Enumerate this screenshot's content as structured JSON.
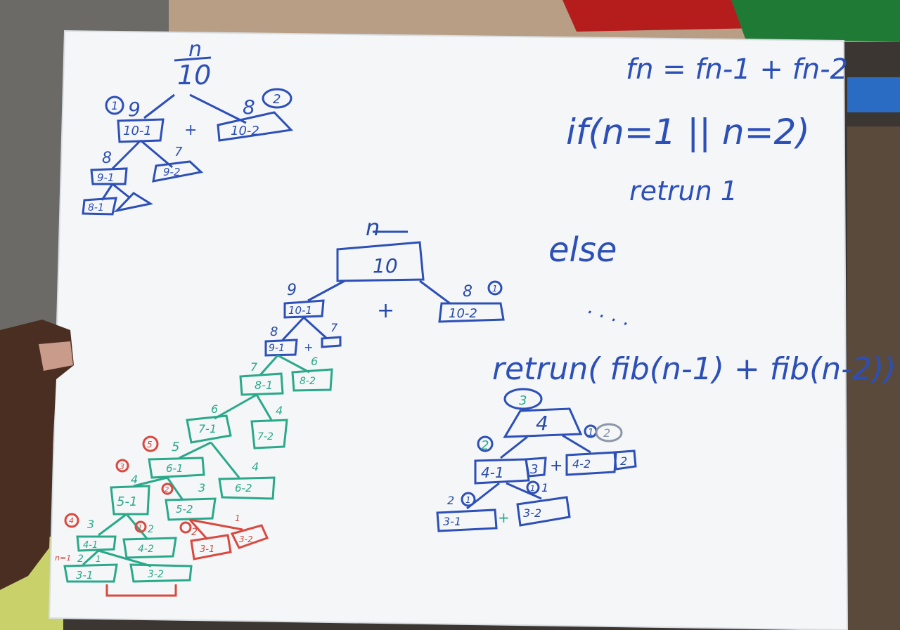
{
  "colors": {
    "board": "#f4f6f8",
    "marker_blue": "#2c4fb8",
    "marker_green": "#2aa98a",
    "marker_red": "#d9493f"
  },
  "formulas": {
    "recurrence": "fn = fn-1 + fn-2",
    "condition": "if(n=1 || n=2)",
    "return_one": "retrun 1",
    "else": "else",
    "dots": ". . . .",
    "return_rec": "retrun( fib(n-1) + fib(n-2))"
  },
  "tree_small": {
    "n_label": "n",
    "root": "10",
    "left_count": "9",
    "left_mark": "1",
    "right_count": "8",
    "right_mark": "2",
    "left_node": "10-1",
    "plus": "+",
    "right_node": "10-2",
    "ll_count": "8",
    "lr_count": "7",
    "ll_node": "9-1",
    "lr_node": "9-2",
    "lll_node": "8-1"
  },
  "tree_main": {
    "n_label": "n",
    "root": "10",
    "left_count": "9",
    "right_count": "8",
    "right_mark": "1",
    "left_node": "10-1",
    "plus": "+",
    "right_node": "10-2",
    "n9_count": "8",
    "n9r_count": "7",
    "n9_node": "9-1",
    "n8_count": "7",
    "n8r_count": "6",
    "n8_node": "8-1",
    "n8r_node": "8-2",
    "n7_count": "6",
    "n7r_count": "4",
    "n7_node": "7-1",
    "n7r_node": "7-2",
    "n6_count": "5",
    "n6_mark": "5",
    "n6r_count": "4",
    "n6_node": "6-1",
    "n6r_node": "6-2",
    "n5_count": "4",
    "n5_mark": "3",
    "n5r_count": "3",
    "n5r_mark": "2",
    "n5_node": "5-1",
    "n5r_node": "5-2",
    "n4_count": "3",
    "n4_mark": "4",
    "n4r_count": "2",
    "n4r_mark": "1",
    "n4_node": "4-1",
    "n4r_node": "4-2",
    "red_count": "2",
    "red_count2": "1",
    "red_node1": "3-1",
    "red_node2": "3-2",
    "n3_count": "2",
    "n3r_count": "1",
    "n3_label": "n=1",
    "n3_node": "3-1",
    "n3r_node": "3-2"
  },
  "tree_four": {
    "root_mark": "3",
    "root": "4",
    "left_mark": "2",
    "right_mark": "1",
    "right_mark2": "2",
    "left_node": "4-1",
    "left_result": "3",
    "plus": "+",
    "right_node": "4-2",
    "right_result": "2",
    "ll_count": "2",
    "ll_mark": "1",
    "lr_mark": "1",
    "lr_count": "1",
    "ll_node": "3-1",
    "lr_node": "3-2"
  }
}
